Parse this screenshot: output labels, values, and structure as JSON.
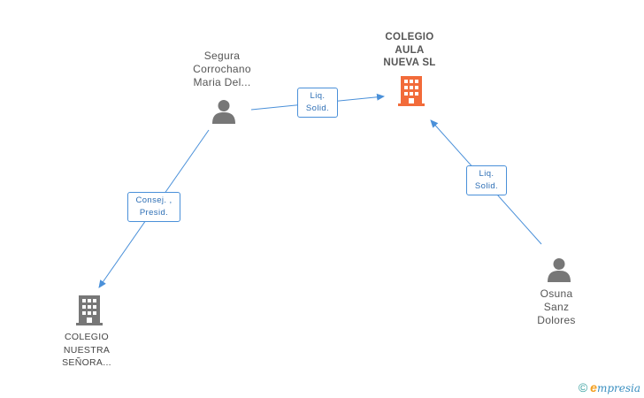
{
  "nodes": {
    "person_segura": {
      "label": "Segura\nCorrochano\nMaria Del..."
    },
    "company_aula": {
      "label": "COLEGIO\nAULA\nNUEVA SL"
    },
    "company_nuestra": {
      "label": "COLEGIO\nNUESTRA\nSEÑORA..."
    },
    "person_osuna": {
      "label": "Osuna\nSanz\nDolores"
    }
  },
  "edges": {
    "segura_to_aula": {
      "label": "Liq.\nSolid."
    },
    "osuna_to_aula": {
      "label": "Liq.\nSolid."
    },
    "segura_to_nuestra": {
      "label": "Consej. ,\nPresid."
    }
  },
  "colors": {
    "edge": "#4a90d9",
    "person_icon": "#777777",
    "company_main_icon": "#f26b3a",
    "company_other_icon": "#777777"
  },
  "footer": {
    "copyright": "©",
    "brand_initial": "e",
    "brand_rest": "mpresia"
  }
}
